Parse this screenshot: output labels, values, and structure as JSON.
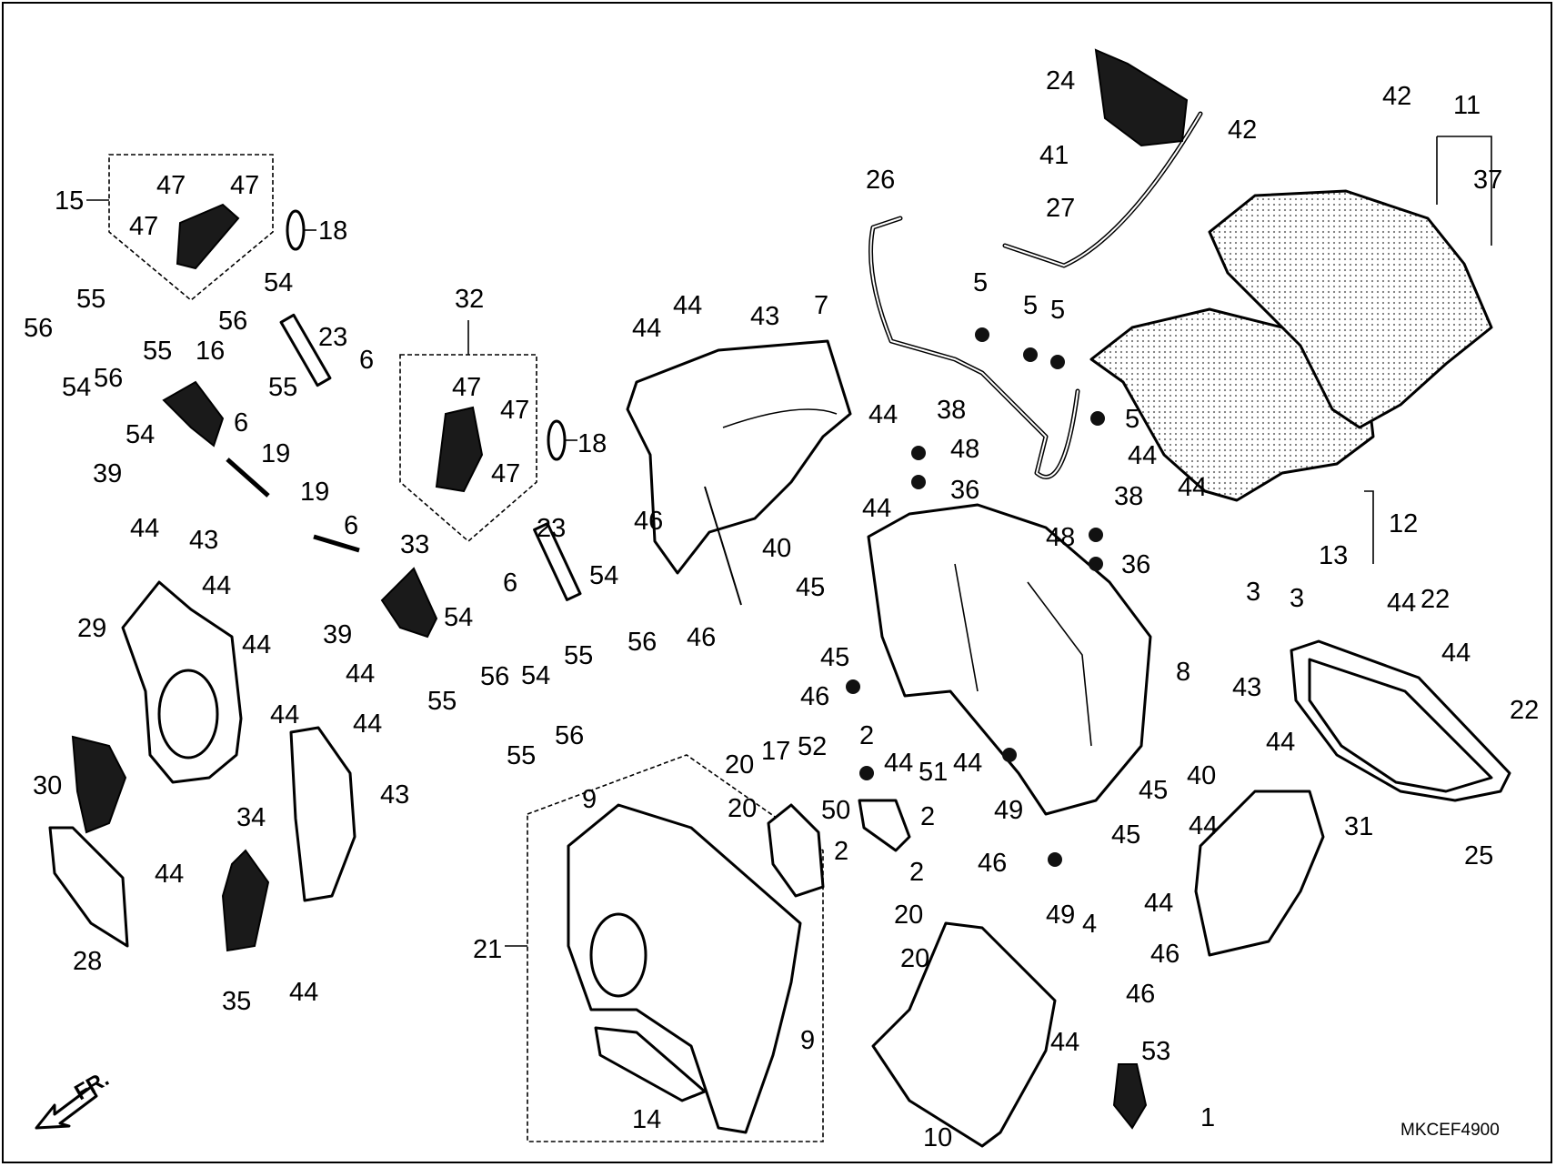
{
  "diagram_code": "MKCEF4900",
  "front_indicator": "FR.",
  "callouts": [
    {
      "id": "c1",
      "text": "15"
    },
    {
      "id": "c2",
      "text": "47"
    },
    {
      "id": "c3",
      "text": "47"
    },
    {
      "id": "c4",
      "text": "47"
    },
    {
      "id": "c5",
      "text": "18"
    },
    {
      "id": "c6",
      "text": "55"
    },
    {
      "id": "c7",
      "text": "56"
    },
    {
      "id": "c8",
      "text": "54"
    },
    {
      "id": "c9",
      "text": "54"
    },
    {
      "id": "c10",
      "text": "56"
    },
    {
      "id": "c11",
      "text": "55"
    },
    {
      "id": "c12",
      "text": "23"
    },
    {
      "id": "c13",
      "text": "6"
    },
    {
      "id": "c14",
      "text": "55"
    },
    {
      "id": "c15",
      "text": "16"
    },
    {
      "id": "c16",
      "text": "56"
    },
    {
      "id": "c17",
      "text": "54"
    },
    {
      "id": "c18",
      "text": "6"
    },
    {
      "id": "c19",
      "text": "19"
    },
    {
      "id": "c20",
      "text": "39"
    },
    {
      "id": "c21",
      "text": "32"
    },
    {
      "id": "c22",
      "text": "47"
    },
    {
      "id": "c23",
      "text": "47"
    },
    {
      "id": "c24",
      "text": "47"
    },
    {
      "id": "c25",
      "text": "18"
    },
    {
      "id": "c26",
      "text": "19"
    },
    {
      "id": "c27",
      "text": "6"
    },
    {
      "id": "c28",
      "text": "33"
    },
    {
      "id": "c29",
      "text": "23"
    },
    {
      "id": "c30",
      "text": "6"
    },
    {
      "id": "c31",
      "text": "54"
    },
    {
      "id": "c32",
      "text": "55"
    },
    {
      "id": "c33",
      "text": "56"
    },
    {
      "id": "c34",
      "text": "39"
    },
    {
      "id": "c35",
      "text": "54"
    },
    {
      "id": "c36",
      "text": "55"
    },
    {
      "id": "c37",
      "text": "56"
    },
    {
      "id": "c38",
      "text": "54"
    },
    {
      "id": "c39",
      "text": "55"
    },
    {
      "id": "c40",
      "text": "56"
    },
    {
      "id": "c41",
      "text": "44"
    },
    {
      "id": "c42",
      "text": "43"
    },
    {
      "id": "c43",
      "text": "44"
    },
    {
      "id": "c44",
      "text": "29"
    },
    {
      "id": "c45",
      "text": "44"
    },
    {
      "id": "c46",
      "text": "44"
    },
    {
      "id": "c47",
      "text": "30"
    },
    {
      "id": "c48",
      "text": "44"
    },
    {
      "id": "c49",
      "text": "28"
    },
    {
      "id": "c50",
      "text": "44"
    },
    {
      "id": "c51",
      "text": "44"
    },
    {
      "id": "c52",
      "text": "34"
    },
    {
      "id": "c53",
      "text": "43"
    },
    {
      "id": "c54",
      "text": "35"
    },
    {
      "id": "c55",
      "text": "44"
    },
    {
      "id": "c56",
      "text": "44"
    },
    {
      "id": "c57",
      "text": "44"
    },
    {
      "id": "c58",
      "text": "43"
    },
    {
      "id": "c59",
      "text": "7"
    },
    {
      "id": "c60",
      "text": "46"
    },
    {
      "id": "c61",
      "text": "46"
    },
    {
      "id": "c62",
      "text": "40"
    },
    {
      "id": "c63",
      "text": "26"
    },
    {
      "id": "c64",
      "text": "24"
    },
    {
      "id": "c65",
      "text": "41"
    },
    {
      "id": "c66",
      "text": "27"
    },
    {
      "id": "c67",
      "text": "5"
    },
    {
      "id": "c68",
      "text": "5"
    },
    {
      "id": "c69",
      "text": "5"
    },
    {
      "id": "c70",
      "text": "5"
    },
    {
      "id": "c71",
      "text": "38"
    },
    {
      "id": "c72",
      "text": "48"
    },
    {
      "id": "c73",
      "text": "36"
    },
    {
      "id": "c74",
      "text": "44"
    },
    {
      "id": "c75",
      "text": "44"
    },
    {
      "id": "c76",
      "text": "38"
    },
    {
      "id": "c77",
      "text": "48"
    },
    {
      "id": "c78",
      "text": "36"
    },
    {
      "id": "c79",
      "text": "42"
    },
    {
      "id": "c80",
      "text": "42"
    },
    {
      "id": "c81",
      "text": "11"
    },
    {
      "id": "c82",
      "text": "37"
    },
    {
      "id": "c83",
      "text": "44"
    },
    {
      "id": "c84",
      "text": "44"
    },
    {
      "id": "c85",
      "text": "12"
    },
    {
      "id": "c86",
      "text": "13"
    },
    {
      "id": "c87",
      "text": "3"
    },
    {
      "id": "c88",
      "text": "3"
    },
    {
      "id": "c89",
      "text": "45"
    },
    {
      "id": "c90",
      "text": "45"
    },
    {
      "id": "c91",
      "text": "46"
    },
    {
      "id": "c92",
      "text": "8"
    },
    {
      "id": "c93",
      "text": "2"
    },
    {
      "id": "c94",
      "text": "44"
    },
    {
      "id": "c95",
      "text": "51"
    },
    {
      "id": "c96",
      "text": "44"
    },
    {
      "id": "c97",
      "text": "49"
    },
    {
      "id": "c98",
      "text": "45"
    },
    {
      "id": "c99",
      "text": "45"
    },
    {
      "id": "c100",
      "text": "17"
    },
    {
      "id": "c101",
      "text": "52"
    },
    {
      "id": "c102",
      "text": "50"
    },
    {
      "id": "c103",
      "text": "2"
    },
    {
      "id": "c104",
      "text": "2"
    },
    {
      "id": "c105",
      "text": "2"
    },
    {
      "id": "c106",
      "text": "20"
    },
    {
      "id": "c107",
      "text": "20"
    },
    {
      "id": "c108",
      "text": "20"
    },
    {
      "id": "c109",
      "text": "20"
    },
    {
      "id": "c110",
      "text": "9"
    },
    {
      "id": "c111",
      "text": "9"
    },
    {
      "id": "c112",
      "text": "21"
    },
    {
      "id": "c113",
      "text": "14"
    },
    {
      "id": "c114",
      "text": "10"
    },
    {
      "id": "c115",
      "text": "44"
    },
    {
      "id": "c116",
      "text": "46"
    },
    {
      "id": "c117",
      "text": "49"
    },
    {
      "id": "c118",
      "text": "4"
    },
    {
      "id": "c119",
      "text": "53"
    },
    {
      "id": "c120",
      "text": "1"
    },
    {
      "id": "c121",
      "text": "44"
    },
    {
      "id": "c122",
      "text": "22"
    },
    {
      "id": "c123",
      "text": "44"
    },
    {
      "id": "c124",
      "text": "22"
    },
    {
      "id": "c125",
      "text": "43"
    },
    {
      "id": "c126",
      "text": "44"
    },
    {
      "id": "c127",
      "text": "40"
    },
    {
      "id": "c128",
      "text": "44"
    },
    {
      "id": "c129",
      "text": "31"
    },
    {
      "id": "c130",
      "text": "25"
    },
    {
      "id": "c131",
      "text": "44"
    },
    {
      "id": "c132",
      "text": "46"
    },
    {
      "id": "c133",
      "text": "46"
    }
  ]
}
